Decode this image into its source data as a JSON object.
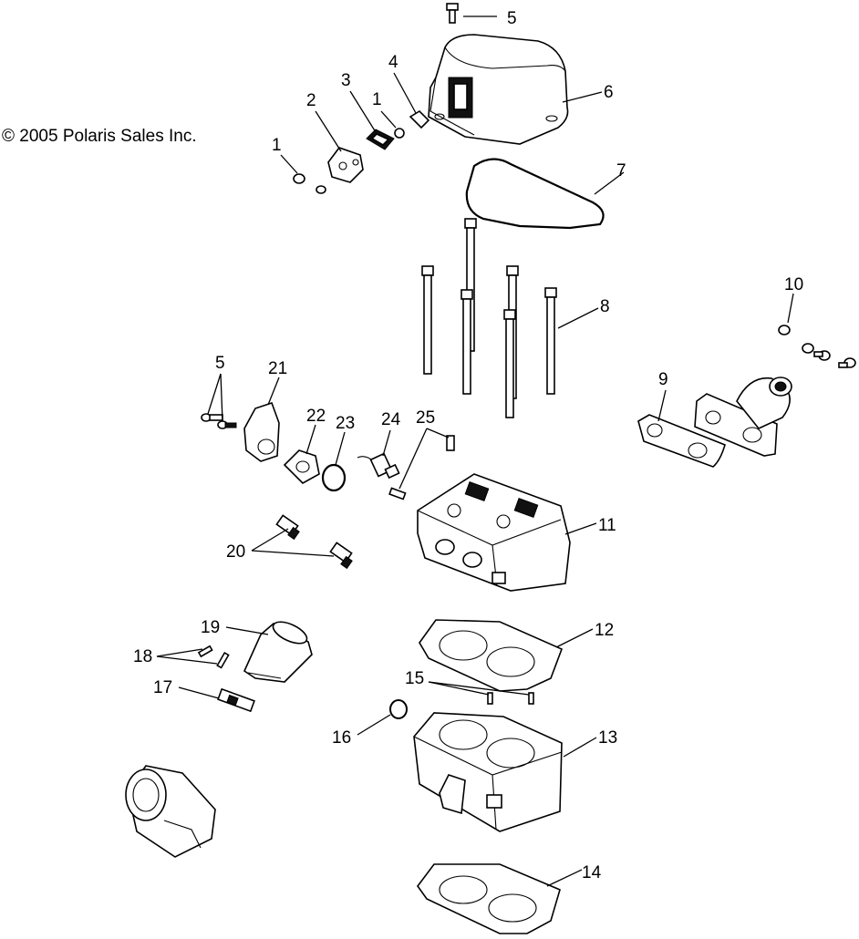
{
  "copyright": "© 2005 Polaris Sales Inc.",
  "callouts": {
    "c1a": "1",
    "c1b": "1",
    "c2": "2",
    "c3": "3",
    "c4": "4",
    "c5a": "5",
    "c5b": "5",
    "c6": "6",
    "c7": "7",
    "c8": "8",
    "c9": "9",
    "c10": "10",
    "c11": "11",
    "c12": "12",
    "c13": "13",
    "c14": "14",
    "c15": "15",
    "c16": "16",
    "c17": "17",
    "c18": "18",
    "c19": "19",
    "c20": "20",
    "c21": "21",
    "c22": "22",
    "c23": "23",
    "c24": "24",
    "c25": "25"
  }
}
